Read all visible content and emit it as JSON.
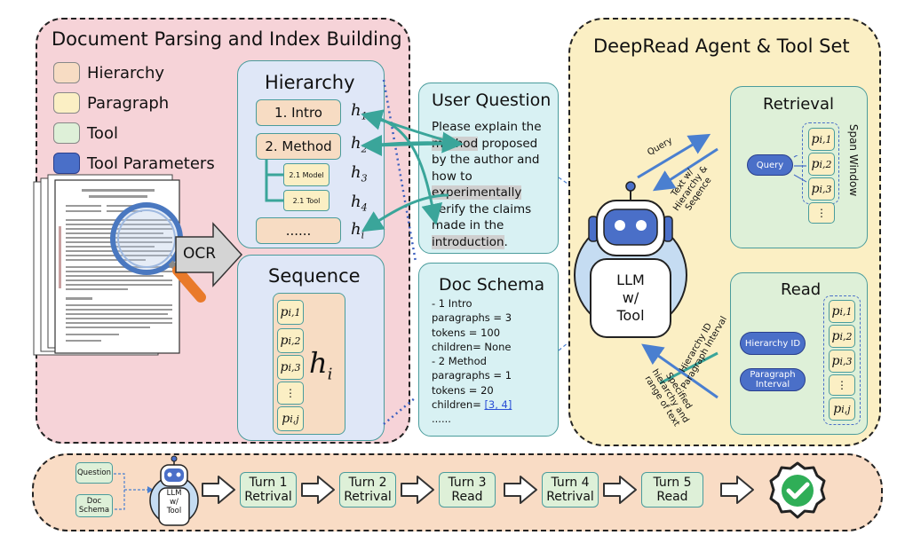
{
  "left_panel": {
    "title": "Document Parsing and Index Building",
    "legend": [
      {
        "label": "Hierarchy",
        "color": "#f7dcc3"
      },
      {
        "label": "Paragraph",
        "color": "#fbefc4"
      },
      {
        "label": "Tool",
        "color": "#def0d8"
      },
      {
        "label": "Tool Parameters",
        "color": "#4a6fc8"
      }
    ],
    "ocr_label": "OCR",
    "hierarchy": {
      "title": "Hierarchy",
      "intro": "1. Intro",
      "method": "2. Method",
      "model": "2.1 Model",
      "tool": "2.1 Tool",
      "more": "......"
    },
    "h_labels": [
      "1",
      "2",
      "3",
      "4",
      "i"
    ],
    "sequence": {
      "title": "Sequence",
      "cells": [
        "1",
        "2",
        "3",
        "j"
      ],
      "blank": "⋮",
      "big_sub": "i"
    }
  },
  "user_question": {
    "title": "User Question",
    "parts": [
      "Please explain the ",
      "method",
      " proposed by the author and how to ",
      "experimentally",
      " verify the claims made in the ",
      "introduction",
      "."
    ]
  },
  "doc_schema": {
    "title": "Doc Schema",
    "lines": [
      "- 1 Intro",
      "paragraphs = 3",
      "tokens = 100",
      "children= None",
      "- 2 Method",
      "paragraphs = 1",
      "tokens = 20"
    ],
    "children_prefix": "children= ",
    "children_link": "[3, 4]",
    "ellipsis": "......"
  },
  "right_panel": {
    "title": "DeepRead Agent & Tool Set",
    "llm_label": [
      "LLM",
      "w/",
      "Tool"
    ],
    "retrieval": {
      "title": "Retrieval",
      "query": "Query",
      "span_window": "Span Window",
      "cells": [
        "1",
        "2",
        "3"
      ],
      "blank": "⋮"
    },
    "read": {
      "title": "Read",
      "hierarchy_id": "Hierarchy ID",
      "paragraph_interval": "Paragraph Interval",
      "cells": [
        "1",
        "2",
        "3",
        "j"
      ],
      "blank": "⋮"
    },
    "arrow_labels": {
      "query": "Query",
      "text_w": [
        "Text w/",
        "Hierarchy &",
        "Seqence"
      ],
      "hier_para": [
        "Hierarchy ID",
        "Paragraph Interval"
      ],
      "specified": [
        "Specified",
        "hierarchy and",
        "range of text"
      ]
    }
  },
  "bottom": {
    "question": "Question",
    "doc_schema": "Doc Schema",
    "llm_label": [
      "LLM",
      "w/",
      "Tool"
    ],
    "turns": [
      {
        "title": "Turn 1",
        "action": "Retrival"
      },
      {
        "title": "Turn 2",
        "action": "Retrival"
      },
      {
        "title": "Turn 3",
        "action": "Read"
      },
      {
        "title": "Turn 4",
        "action": "Retrival"
      },
      {
        "title": "Turn 5",
        "action": "Read"
      }
    ]
  },
  "colors": {
    "teal": "#3aa59a",
    "arrow_blue": "#4a7fd0",
    "check_green": "#2fae57"
  }
}
